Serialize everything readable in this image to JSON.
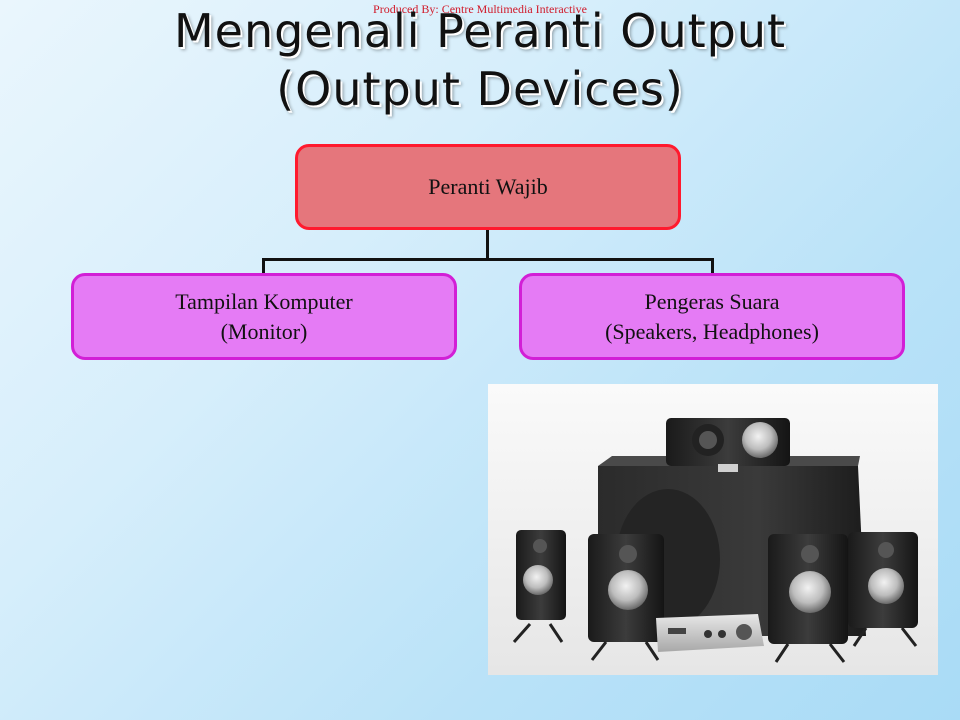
{
  "watermark": "Produced By: Centre Multimedia Interactive",
  "title": {
    "line1": "Mengenali Peranti Output",
    "line2": "(Output Devices)"
  },
  "diagram": {
    "root": "Peranti Wajib",
    "children": [
      {
        "line1": "Tampilan Komputer",
        "line2": "(Monitor)"
      },
      {
        "line1": "Pengeras Suara",
        "line2": "(Speakers, Headphones)"
      }
    ]
  },
  "colors": {
    "root_fill": "#e5767c",
    "root_border": "#ff1a2e",
    "child_fill": "#e57bf5",
    "child_border": "#d21fd6",
    "watermark": "#d11a2a"
  },
  "image": {
    "subject": "speaker-system-photo"
  }
}
